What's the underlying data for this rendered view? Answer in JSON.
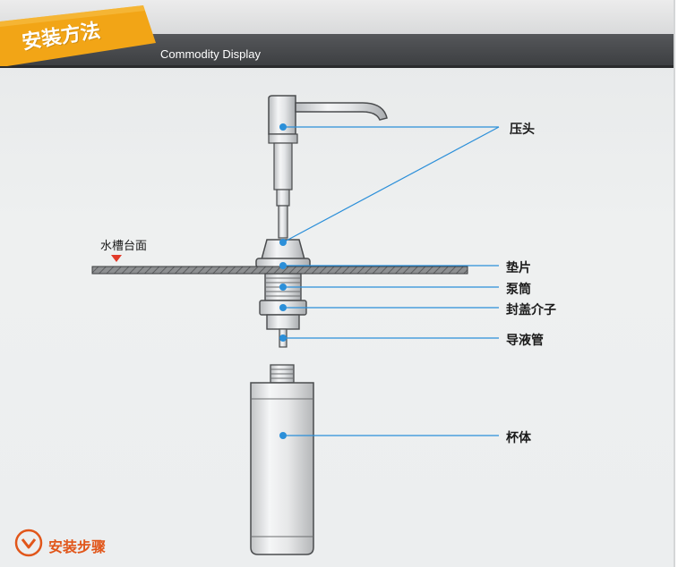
{
  "header": {
    "title": "安装方法",
    "subtitle": "Commodity Display"
  },
  "labels": {
    "sink_top": "水槽台面",
    "press_head": "压头",
    "gasket": "垫片",
    "pump_tube": "泵筒",
    "cap_nut": "封盖介子",
    "liquid_tube": "导液管",
    "bottle": "杯体"
  },
  "footer": {
    "steps_label": "安装步骤",
    "icon": "chevron-down-circle-icon"
  },
  "colors": {
    "header_bar": "#46484b",
    "accent_orange": "#f2a516",
    "leader_blue": "#2b8fd9",
    "steps_red": "#e1561a"
  }
}
